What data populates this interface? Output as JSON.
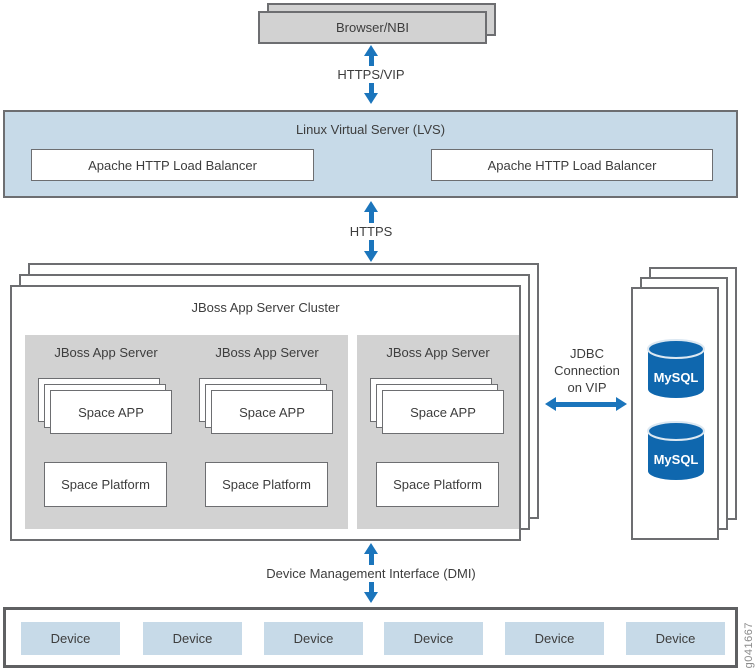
{
  "colors": {
    "arrow_blue": "#1b75bc",
    "box_border_gray": "#6d6e71",
    "light_blue_fill": "#c7dae8",
    "gray_fill": "#d2d2d2",
    "database_blue": "#0f67ae"
  },
  "browser": {
    "label": "Browser/NBI"
  },
  "connections": {
    "https_vip": "HTTPS/VIP",
    "https": "HTTPS",
    "jdbc_line1": "JDBC",
    "jdbc_line2": "Connection",
    "jdbc_line3": "on VIP",
    "dmi": "Device Management Interface (DMI)"
  },
  "lvs": {
    "title": "Linux Virtual Server (LVS)",
    "load_balancers": [
      "Apache HTTP Load Balancer",
      "Apache HTTP Load Balancer"
    ]
  },
  "cluster": {
    "title": "JBoss App Server Cluster",
    "servers": [
      {
        "label": "JBoss App Server",
        "app": "Space APP",
        "platform": "Space Platform"
      },
      {
        "label": "JBoss App Server",
        "app": "Space APP",
        "platform": "Space Platform"
      },
      {
        "label": "JBoss App Server",
        "app": "Space APP",
        "platform": "Space Platform"
      }
    ]
  },
  "database": {
    "instances": [
      "MySQL",
      "MySQL"
    ]
  },
  "devices": [
    "Device",
    "Device",
    "Device",
    "Device",
    "Device",
    "Device"
  ],
  "figure_id": "g041667"
}
